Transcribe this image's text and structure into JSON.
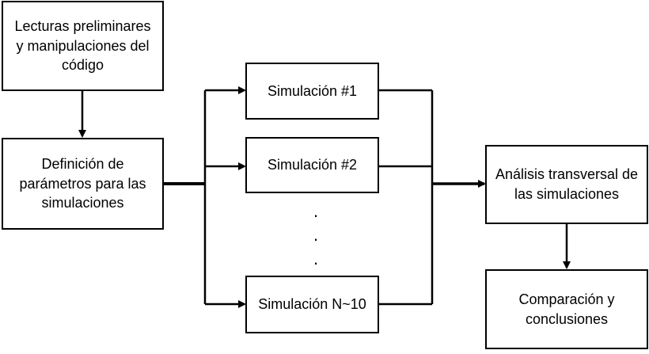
{
  "boxes": {
    "lecturas": "Lecturas preliminares y manipulaciones del código",
    "definicion": "Definición de parámetros para las simulaciones",
    "sim1": "Simulación #1",
    "sim2": "Simulación #2",
    "simN": "Simulación N~10",
    "analisis": "Análisis transversal de las simulaciones",
    "comparacion": "Comparación y conclusiones"
  },
  "ellipsis": ".",
  "colors": {
    "stroke": "#000000",
    "fill": "#ffffff"
  }
}
